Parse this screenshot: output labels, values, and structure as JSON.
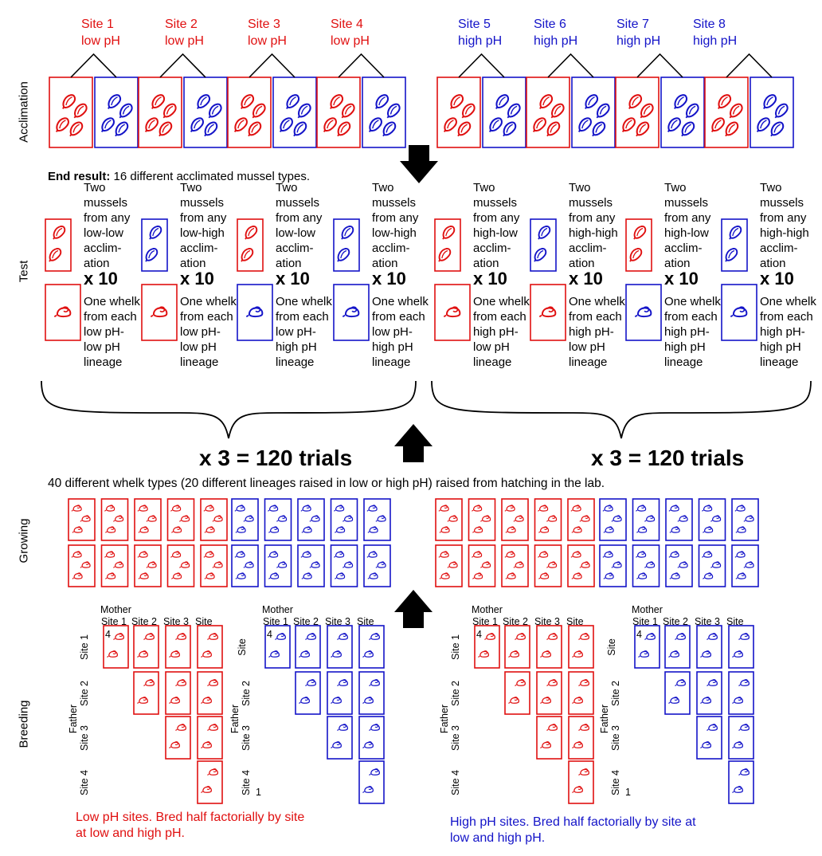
{
  "colors": {
    "low": "#e01010",
    "high": "#1414c8",
    "ink": "#000000"
  },
  "row_labels": {
    "acclimation": "Acclimation",
    "test": "Test",
    "growing": "Growing",
    "breeding": "Breeding"
  },
  "sites": [
    {
      "name": "Site 1",
      "ph": "low pH",
      "group": "low"
    },
    {
      "name": "Site 2",
      "ph": "low pH",
      "group": "low"
    },
    {
      "name": "Site 3",
      "ph": "low pH",
      "group": "low"
    },
    {
      "name": "Site 4",
      "ph": "low pH",
      "group": "low"
    },
    {
      "name": "Site 5",
      "ph": "high pH",
      "group": "high"
    },
    {
      "name": "Site 6",
      "ph": "high pH",
      "group": "high"
    },
    {
      "name": "Site 7",
      "ph": "high pH",
      "group": "high"
    },
    {
      "name": "Site 8",
      "ph": "high pH",
      "group": "high"
    }
  ],
  "end_result": {
    "bold": "End result:",
    "text": " 16 different acclimated mussel types."
  },
  "test": {
    "mussel_texts": [
      "Two\nmussels\nfrom any\nlow-low\nacclim-\nation",
      "Two\nmussels\nfrom any\nlow-high\nacclim-\nation",
      "Two\nmussels\nfrom any\nlow-low\nacclim-\nation",
      "Two\nmussels\nfrom any\nlow-high\nacclim-\nation",
      "Two\nmussels\nfrom any\nhigh-low\nacclim-\nation",
      "Two\nmussels\nfrom any\nhigh-high\nacclim-\nation",
      "Two\nmussels\nfrom any\nhigh-low\nacclim-\nation",
      "Two\nmussels\nfrom any\nhigh-high\nacclim-\nation"
    ],
    "multiplier": "x 10",
    "whelk_texts": [
      "One whelk\nfrom each\nlow pH-\nlow pH\nlineage",
      "One whelk\nfrom each\nlow pH-\nlow pH\nlineage",
      "One whelk\nfrom each\nlow pH-\nhigh pH\nlineage",
      "One whelk\nfrom each\nlow pH-\nhigh pH\nlineage",
      "One whelk\nfrom each\nhigh pH-\nlow pH\nlineage",
      "One whelk\nfrom each\nhigh pH-\nlow pH\nlineage",
      "One whelk\nfrom each\nhigh pH-\nhigh pH\nlineage",
      "One whelk\nfrom each\nhigh pH-\nhigh pH\nlineage"
    ],
    "mussel_colors": [
      "low",
      "high",
      "low",
      "high",
      "low",
      "high",
      "low",
      "high"
    ],
    "whelk_colors": [
      "low",
      "low",
      "high",
      "high",
      "low",
      "low",
      "high",
      "high"
    ]
  },
  "trials": [
    "x 3 = 120 trials",
    "x 3 = 120 trials"
  ],
  "whelk_types": "40 different whelk types (20 different lineages raised in low or high pH) raised from hatching in the lab.",
  "breeding": {
    "mother_label": "Mother",
    "father_label": "Father",
    "col_labels": [
      "Site 1",
      "Site 2",
      "Site 3",
      "Site"
    ],
    "col_extra": "4",
    "row_labels_red": [
      "Site 1",
      "Site 2",
      "Site 3",
      "Site 4"
    ],
    "row_labels_blue": [
      "Site",
      "Site 2",
      "Site 3",
      "Site 4"
    ],
    "row_extra_blue": "1",
    "low_caption": "Low pH sites. Bred half factorially by site\nat low and high pH.",
    "high_caption": "High pH sites. Bred half factorially by site at\nlow and high pH."
  }
}
